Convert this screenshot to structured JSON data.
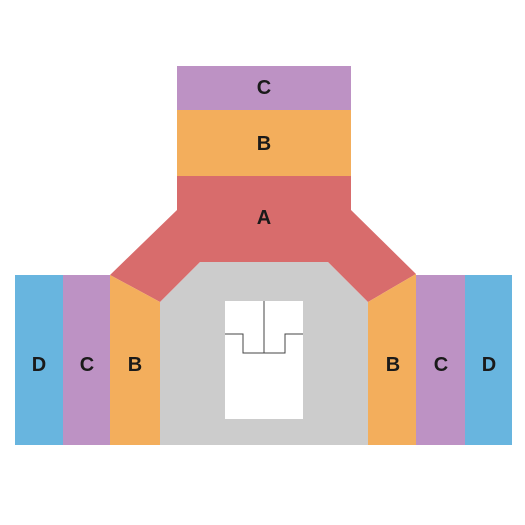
{
  "colors": {
    "background": "#ffffff",
    "floor": "#cccccc",
    "court": "#ffffff",
    "level_a": "#d86c6c",
    "level_b": "#f3ae5c",
    "level_c": "#bd92c4",
    "level_d": "#68b5df"
  },
  "sections": {
    "top_c": {
      "label": "C",
      "level": "C"
    },
    "top_b": {
      "label": "B",
      "level": "B"
    },
    "top_a": {
      "label": "A",
      "level": "A"
    },
    "left_b": {
      "label": "B",
      "level": "B"
    },
    "left_c": {
      "label": "C",
      "level": "C"
    },
    "left_d": {
      "label": "D",
      "level": "D"
    },
    "right_b": {
      "label": "B",
      "level": "B"
    },
    "right_c": {
      "label": "C",
      "level": "C"
    },
    "right_d": {
      "label": "D",
      "level": "D"
    }
  }
}
